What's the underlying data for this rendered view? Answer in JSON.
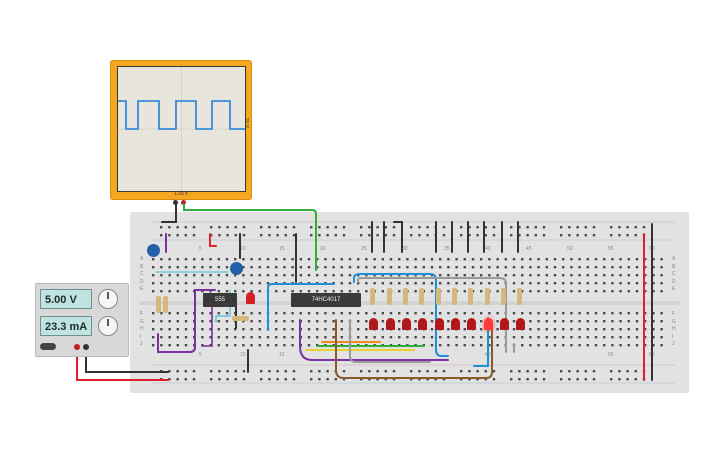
{
  "oscilloscope": {
    "time_label": "1.00 s",
    "volt_label": "20 V",
    "trace_color": "#1f7fd6",
    "frame_color": "#f5a81f"
  },
  "power_supply": {
    "voltage": "5.00 V",
    "current": "23.3 mA"
  },
  "chips": {
    "timer": "555",
    "counter": "74HC4017"
  },
  "breadboard": {
    "column_numbers": [
      "1",
      "5",
      "10",
      "15",
      "20",
      "25",
      "30",
      "35",
      "40",
      "45",
      "50",
      "55",
      "60"
    ],
    "row_letters_top": [
      "A",
      "B",
      "C",
      "D",
      "E"
    ],
    "row_letters_bottom": [
      "F",
      "G",
      "H",
      "I",
      "J"
    ]
  },
  "colors": {
    "wire_red": "#e0202b",
    "wire_black": "#333333",
    "wire_green": "#2fae3b",
    "wire_blue": "#1f8fd6",
    "wire_purple": "#7b2fa0",
    "wire_brown": "#8a5a2b",
    "wire_orange": "#f08a18",
    "wire_yellow": "#e8d12a",
    "wire_gray": "#9a9a9a",
    "wire_cyan": "#5fc6d8"
  }
}
